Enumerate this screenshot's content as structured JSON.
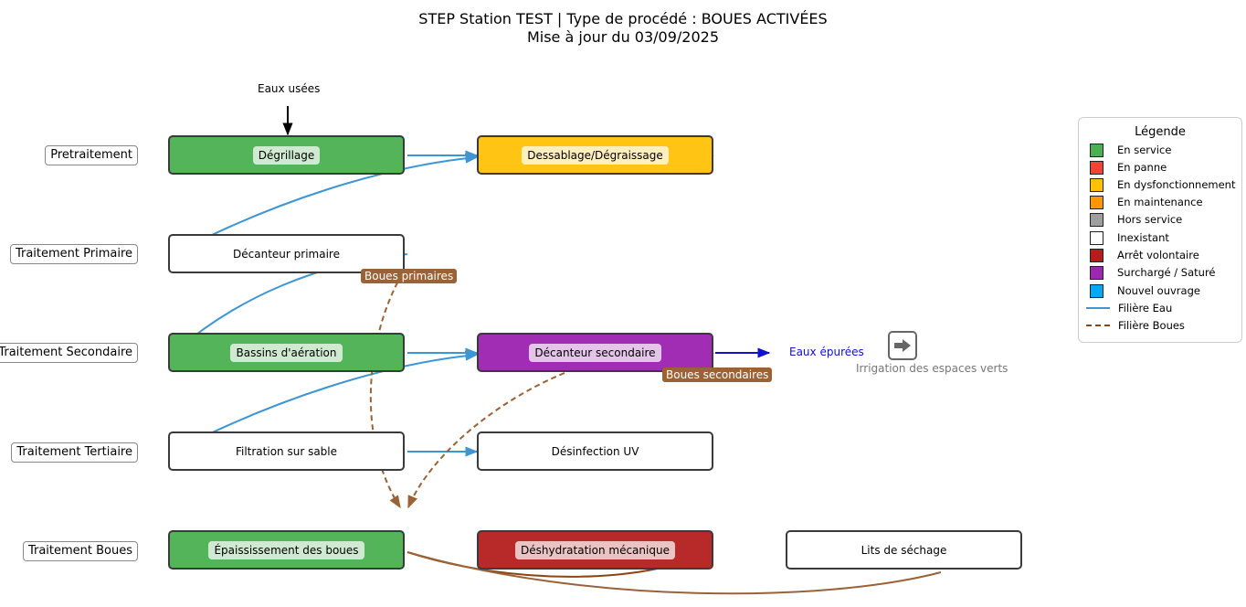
{
  "header": {
    "title_line1": "STEP Station TEST | Type de procédé : BOUES ACTIVÉES",
    "title_line2": "Mise à jour du 03/09/2025"
  },
  "stages": [
    "Pretraitement",
    "Traitement Primaire",
    "Traitement Secondaire",
    "Traitement Tertiaire",
    "Traitement Boues"
  ],
  "units": {
    "degrillage": {
      "label": "Dégrillage",
      "status": "En service"
    },
    "dessablage": {
      "label": "Dessablage/Dégraissage",
      "status": "En dysfonctionnement"
    },
    "decanteur_primaire": {
      "label": "Décanteur primaire",
      "status": "Inexistant"
    },
    "bassins_aeration": {
      "label": "Bassins d'aération",
      "status": "En service"
    },
    "decanteur_secondaire": {
      "label": "Décanteur secondaire",
      "status": "Surchargé / Saturé"
    },
    "filtration": {
      "label": "Filtration sur sable",
      "status": "Inexistant"
    },
    "desinfection": {
      "label": "Désinfection UV",
      "status": "Inexistant"
    },
    "epaississement": {
      "label": "Épaississement des boues",
      "status": "En service"
    },
    "deshydratation": {
      "label": "Déshydratation mécanique",
      "status": "Arrêt volontaire"
    },
    "lits_sechage": {
      "label": "Lits de séchage",
      "status": "Inexistant"
    }
  },
  "annotations": {
    "inlet": "Eaux usées",
    "outlet": "Eaux épurées",
    "reuse": "Irrigation des espaces verts",
    "primary_sludge": "Boues primaires",
    "secondary_sludge": "Boues secondaires"
  },
  "legend": {
    "title": "Légende",
    "statuses": [
      {
        "label": "En service",
        "color": "#4caf50"
      },
      {
        "label": "En panne",
        "color": "#f44336"
      },
      {
        "label": "En dysfonctionnement",
        "color": "#ffc107"
      },
      {
        "label": "En maintenance",
        "color": "#ff9800"
      },
      {
        "label": "Hors service",
        "color": "#9e9e9e"
      },
      {
        "label": "Inexistant",
        "color": "#ffffff"
      },
      {
        "label": "Arrêt volontaire",
        "color": "#b71c1c"
      },
      {
        "label": "Surchargé / Saturé",
        "color": "#9c27b0"
      },
      {
        "label": "Nouvel ouvrage",
        "color": "#03a9f4"
      }
    ],
    "lines": [
      {
        "label": "Filière Eau",
        "color": "#3d96d2",
        "style": "solid"
      },
      {
        "label": "Filière Boues",
        "color": "#8b4513",
        "style": "dashed"
      }
    ]
  },
  "icons": {
    "outlet": "arrow-right-icon"
  }
}
